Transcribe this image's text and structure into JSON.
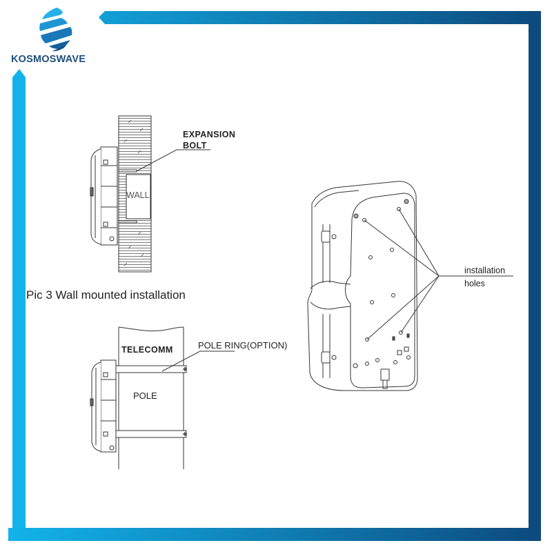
{
  "brand": {
    "name": "KOSMOSWAVE",
    "colors": {
      "light_blue": "#12b3ea",
      "dark_blue": "#0d4a7e",
      "text": "#1d4f7c"
    }
  },
  "wall_diagram": {
    "callout_expansion_line1": "EXPANSION",
    "callout_expansion_line2": "BOLT",
    "wall_label": "WALL",
    "caption": "Pic 3 Wall mounted installation"
  },
  "pole_diagram": {
    "telecomm_label": "TELECOMM",
    "pole_ring_label": "POLE RING(OPTION)",
    "pole_label": "POLE"
  },
  "device_diagram": {
    "callout_line1": "installation",
    "callout_line2": "holes"
  }
}
